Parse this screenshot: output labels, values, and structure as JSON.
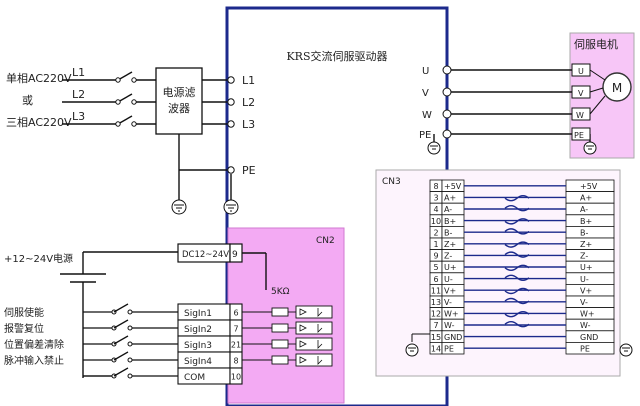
{
  "driver": {
    "title": "KRS交流伺服驱动器"
  },
  "power": {
    "labels": [
      "单相AC220V",
      "或",
      "三相AC220V"
    ],
    "lines": [
      "L1",
      "L2",
      "L3"
    ],
    "filter": "电源滤波器",
    "terminals": [
      "L1",
      "L2",
      "L3",
      "PE"
    ]
  },
  "motor": {
    "label": "伺服电机",
    "symbol": "M",
    "outputs": [
      "U",
      "V",
      "W",
      "PE"
    ]
  },
  "cn3": {
    "label": "CN3",
    "pins": [
      {
        "num": "8",
        "sig": "+5V",
        "right": "+5V"
      },
      {
        "num": "3",
        "sig": "A+",
        "right": "A+"
      },
      {
        "num": "4",
        "sig": "A-",
        "right": "A-"
      },
      {
        "num": "10",
        "sig": "B+",
        "right": "B+"
      },
      {
        "num": "2",
        "sig": "B-",
        "right": "B-"
      },
      {
        "num": "1",
        "sig": "Z+",
        "right": "Z+"
      },
      {
        "num": "9",
        "sig": "Z-",
        "right": "Z-"
      },
      {
        "num": "5",
        "sig": "U+",
        "right": "U+"
      },
      {
        "num": "6",
        "sig": "U-",
        "right": "U-"
      },
      {
        "num": "11",
        "sig": "V+",
        "right": "V+"
      },
      {
        "num": "13",
        "sig": "V-",
        "right": "V-"
      },
      {
        "num": "12",
        "sig": "W+",
        "right": "W+"
      },
      {
        "num": "7",
        "sig": "W-",
        "right": "W-"
      },
      {
        "num": "15",
        "sig": "GND",
        "right": "GND"
      },
      {
        "num": "14",
        "sig": "PE",
        "right": "PE"
      }
    ]
  },
  "cn2": {
    "label": "CN2",
    "supply": "+12~24V电源",
    "dc_box": "DC12~24V",
    "dc_pin": "9",
    "resistor": "5KΩ",
    "functions": [
      "伺服使能",
      "报警复位",
      "位置偏差清除",
      "脉冲输入禁止"
    ],
    "signals": [
      {
        "name": "SigIn1",
        "pin": "6"
      },
      {
        "name": "SigIn2",
        "pin": "7"
      },
      {
        "name": "SigIn3",
        "pin": "21"
      },
      {
        "name": "SigIn4",
        "pin": "8"
      },
      {
        "name": "COM",
        "pin": "10"
      }
    ]
  },
  "colors": {
    "accent_blue": "#1c2a8c",
    "cn_pink": "#f3aaf3",
    "motor_pink": "#f7c6f7"
  }
}
